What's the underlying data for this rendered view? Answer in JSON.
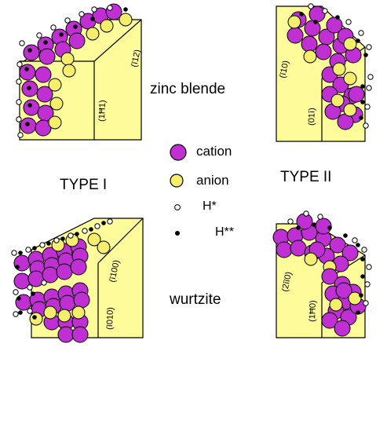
{
  "labels": {
    "zinc_blende": "zinc blende",
    "wurtzite": "wurtzite",
    "type_1": "TYPE I",
    "type_2": "TYPE II"
  },
  "legend": [
    {
      "name": "cation-swatch",
      "label": "cation",
      "color": "#bf2fd3"
    },
    {
      "name": "anion-swatch",
      "label": "anion",
      "color": "#f4ee6b"
    },
    {
      "name": "h-star-swatch",
      "label": "H*",
      "color": "#ffffff"
    },
    {
      "name": "h-double-star-swatch",
      "label": "H**",
      "color": "#000000"
    }
  ],
  "faces": {
    "zb_type1_top": "(ī12)",
    "zb_type1_side": "(1Ħ1)",
    "zb_type2_top": "(ī10)",
    "zb_type2_side": "(01ī)",
    "wz_type1_top": "(ī100)",
    "wz_type1_side": "(ī010)",
    "wz_type2_top": "(2īī0)",
    "wz_type2_side": "(1Ħ0)"
  },
  "colors": {
    "slab": "#fefb9a",
    "cation": "#bf2fd3",
    "anion": "#f4ee6b",
    "outline": "#000000"
  }
}
